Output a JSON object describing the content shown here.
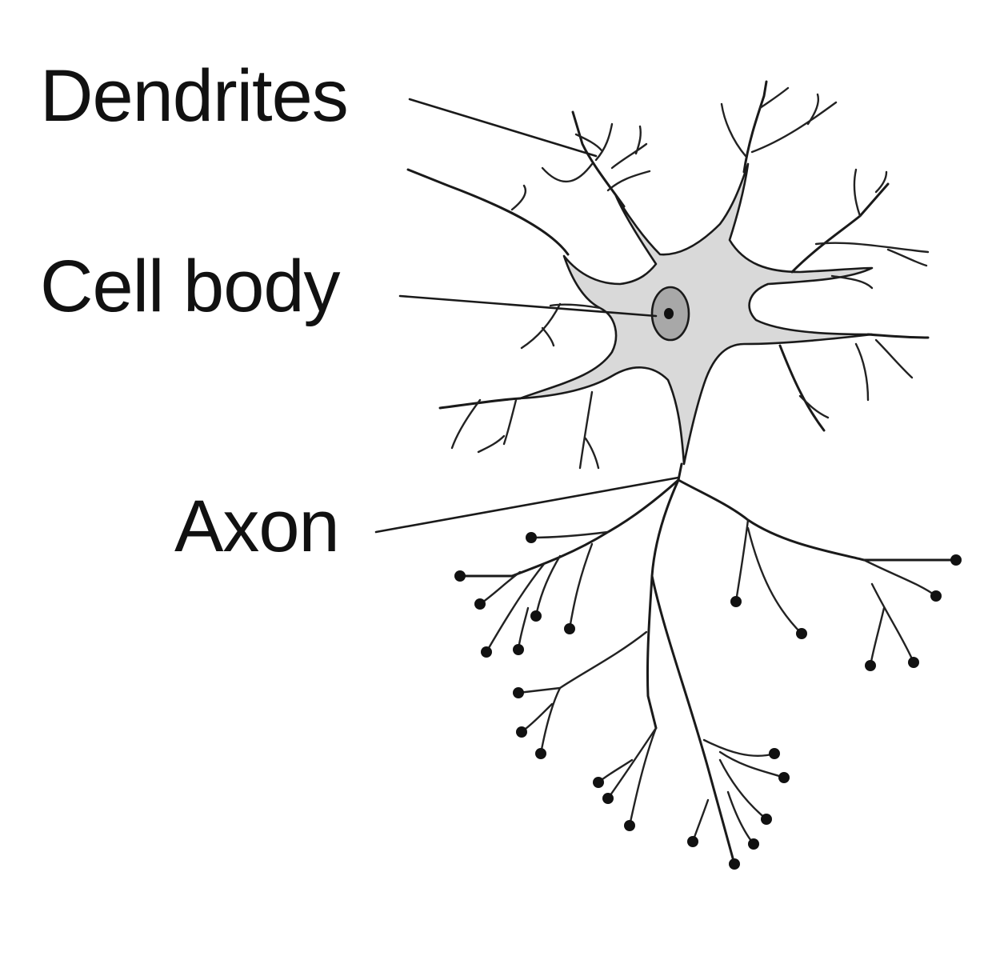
{
  "labels": {
    "dendrites": "Dendrites",
    "cell_body": "Cell body",
    "axon": "Axon"
  },
  "colors": {
    "cell_body_fill": "#d9d9d9",
    "nucleus_fill": "#a8a8a8",
    "nucleolus_fill": "#111111",
    "line": "#1a1a1a",
    "background": "#ffffff"
  }
}
